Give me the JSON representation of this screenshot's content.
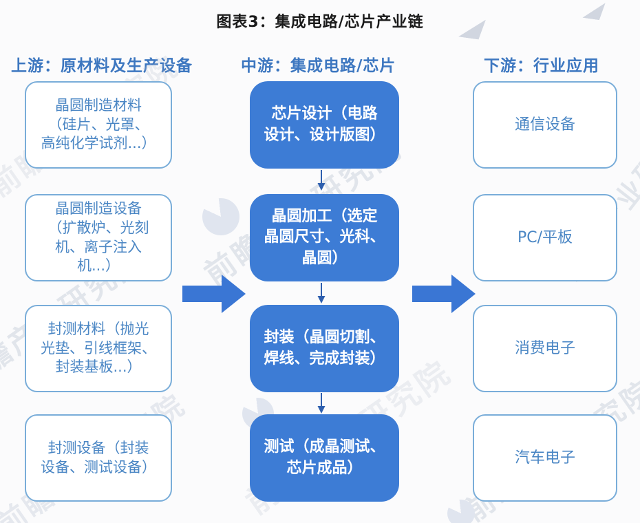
{
  "title": "图表3：集成电路/芯片产业链",
  "watermark": {
    "text": "前瞻产业研究院"
  },
  "columns": {
    "upstream": {
      "header": "上游：原材料及生产设备",
      "boxes": [
        "晶圆制造材料\n（硅片、光罩、\n高纯化学试剂...）",
        "晶圆制造设备\n（扩散炉、光刻\n机、离子注入\n机...）",
        "封测材料（抛光\n光垫、引线框架、\n封装基板...）",
        "封测设备（封装\n设备、测试设备）"
      ]
    },
    "midstream": {
      "header": "中游：集成电路/芯片",
      "boxes": [
        "芯片设计（电路\n设计、设计版图）",
        "晶圆加工（选定\n晶圆尺寸、光科、\n晶圆）",
        "封装（晶圆切割、\n焊线、完成封装）",
        "测试（成晶测试、\n芯片成品）"
      ]
    },
    "downstream": {
      "header": "下游：行业应用",
      "boxes": [
        "通信设备",
        "PC/平板",
        "消费电子",
        "汽车电子"
      ]
    }
  },
  "colors": {
    "process_box_fill": "#3d7cd5",
    "process_box_text": "#ffffff",
    "outline_box_border": "#79add9",
    "outline_box_text": "#4a86c4",
    "header_text": "#3d77c0",
    "title_text": "#1b1b1b",
    "arrow_fill": "#3a76d4",
    "connector_arrow": "#2e5fae",
    "watermark": "#aebac9"
  }
}
